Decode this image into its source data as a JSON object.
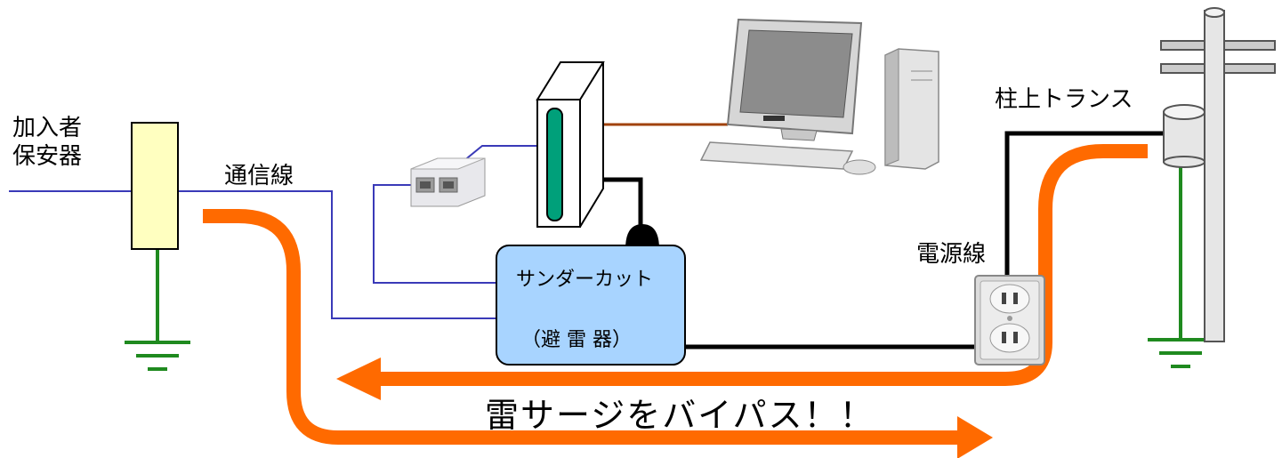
{
  "labels": {
    "subscriber_protector_line1": "加入者",
    "subscriber_protector_line2": "保安器",
    "telecom_line": "通信線",
    "thundercut_line1": "サンダーカット",
    "thundercut_line2": "（避 雷 器）",
    "pole_transformer": "柱上トランス",
    "power_line": "電源線",
    "caption": "雷サージをバイパス！！"
  },
  "colors": {
    "telecom_wire": "#3a3ab8",
    "power_wire": "#000000",
    "ground_wire": "#1f8a1f",
    "surge_arrow": "#ff6a00",
    "lan_cable": "#a0420a",
    "protector_fill": "#ffffc0",
    "thundercut_fill": "#a8d4ff"
  },
  "icons": [
    "personal-computer-icon",
    "modem-icon",
    "splitter-icon",
    "wall-outlet-icon",
    "utility-pole-icon",
    "ground-symbol-icon"
  ]
}
